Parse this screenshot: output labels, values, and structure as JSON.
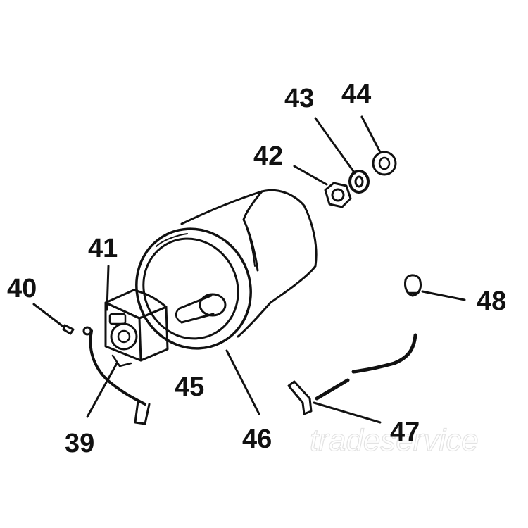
{
  "labels": {
    "p39": "39",
    "p40": "40",
    "p41": "41",
    "p42": "42",
    "p43": "43",
    "p44": "44",
    "p45": "45",
    "p46": "46",
    "p47": "47",
    "p48": "48"
  },
  "watermark": "tradeservice"
}
